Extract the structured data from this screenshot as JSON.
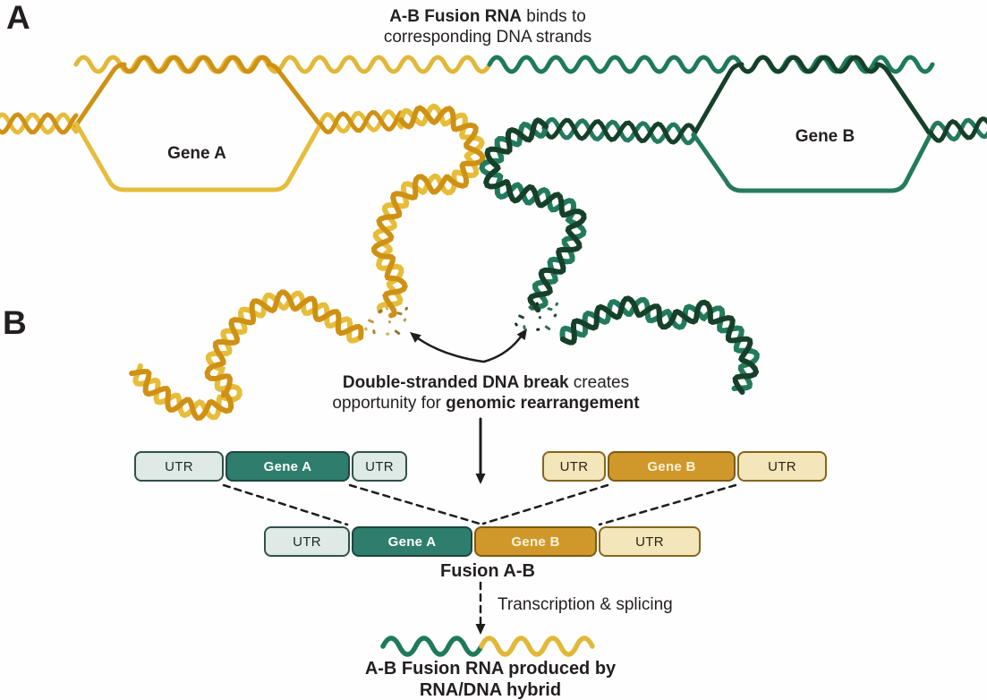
{
  "panel_a": {
    "label": "A",
    "caption_bold": "A-B Fusion RNA",
    "caption_rest": " binds to",
    "caption_line2": "corresponding DNA strands",
    "gene_a_label": "Gene A",
    "gene_b_label": "Gene B"
  },
  "panel_b": {
    "label": "B",
    "break_caption": {
      "bold1": "Double-stranded DNA break",
      "rest1": " creates",
      "rest2": "opportunity for ",
      "bold2": "genomic rearrangement"
    },
    "blocks": {
      "row_a": [
        {
          "label": "UTR"
        },
        {
          "label": "Gene A"
        },
        {
          "label": "UTR"
        }
      ],
      "row_b": [
        {
          "label": "UTR"
        },
        {
          "label": "Gene B"
        },
        {
          "label": "UTR"
        }
      ],
      "fusion": [
        {
          "label": "UTR"
        },
        {
          "label": "Gene A"
        },
        {
          "label": "Gene B"
        },
        {
          "label": "UTR"
        }
      ]
    },
    "fusion_label": "Fusion A-B",
    "transcription_label": "Transcription & splicing",
    "result_line1": "A-B Fusion RNA produced by",
    "result_line2": "RNA/DNA hybrid"
  },
  "colors": {
    "yellow_light": "#e6bd3b",
    "yellow_dark": "#cf9114",
    "green_light": "#237a5c",
    "green_dark": "#16402a",
    "rna_yellow": "#e2b839",
    "rna_green": "#1e7a5b",
    "gene_a_fill": "#2e7d6d",
    "gene_b_fill": "#d0982a",
    "utr_teal_fill": "#dfe9e5",
    "utr_gold_fill": "#f4e6bb",
    "arrow": "#1d1d1d",
    "text": "#231f20",
    "frag_yellow": "#bd9a47",
    "frag_green": "#1c4731"
  }
}
